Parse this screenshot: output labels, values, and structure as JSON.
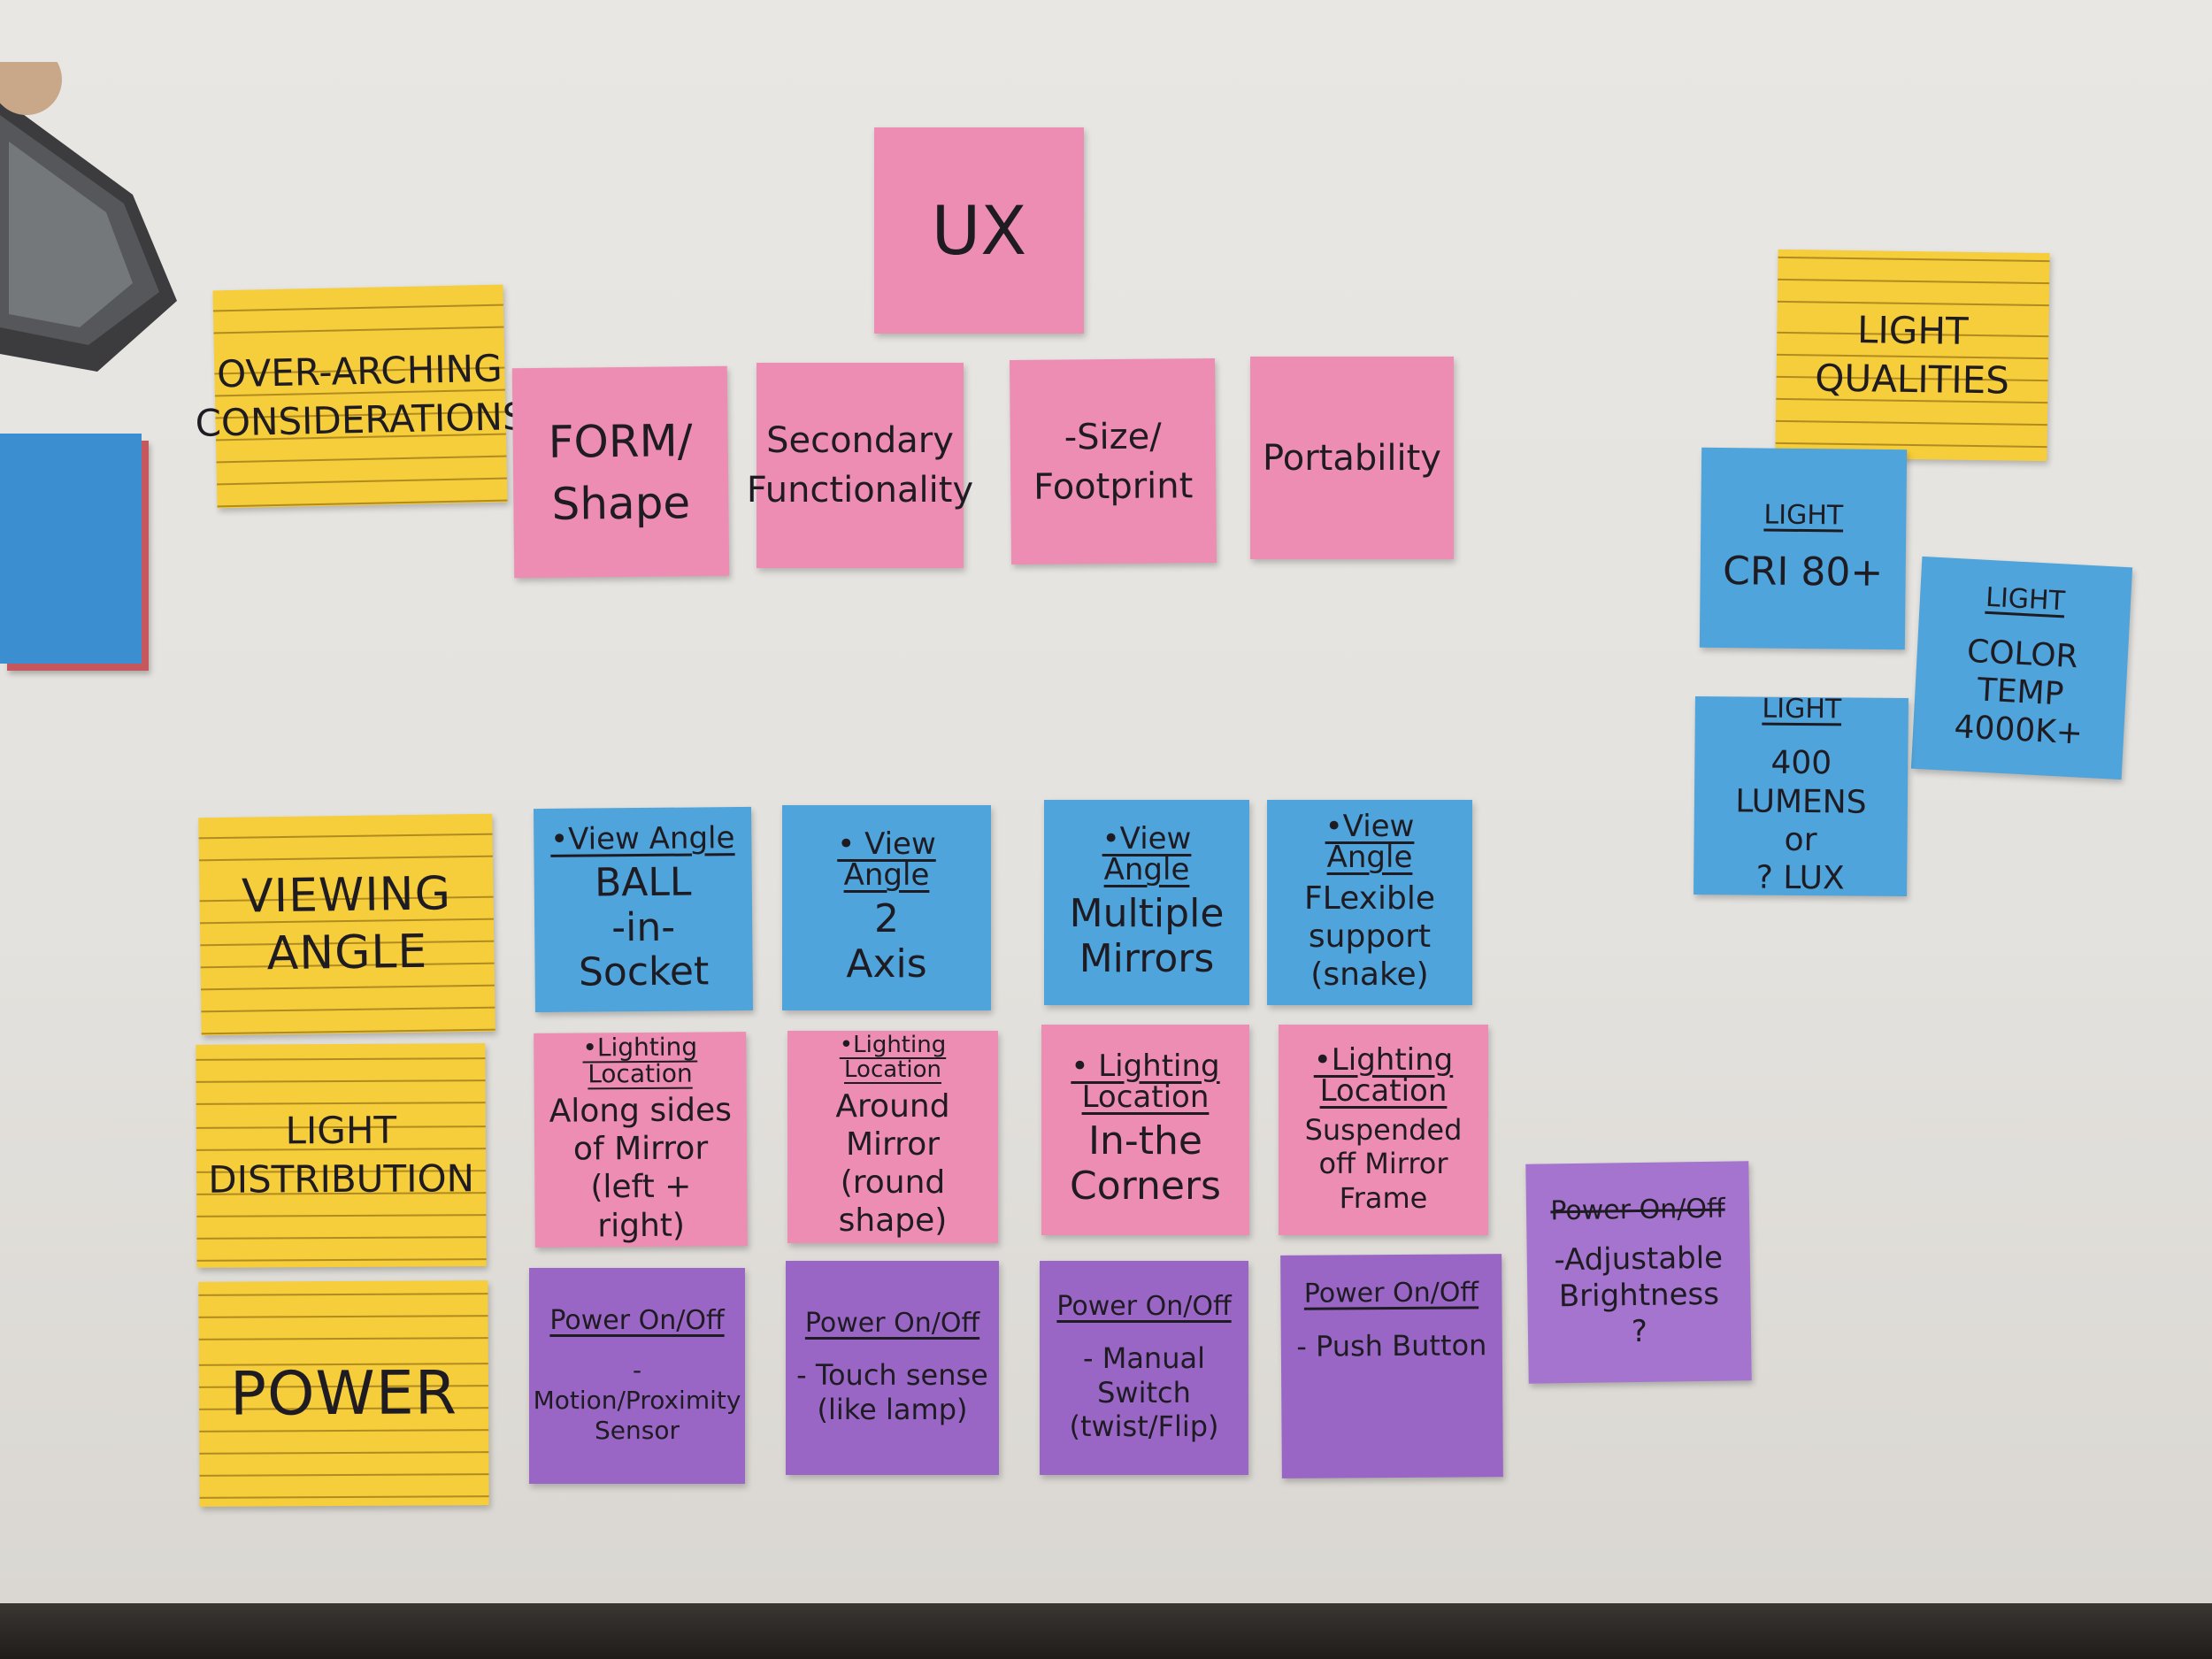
{
  "board": {
    "top": {
      "ux": "UX",
      "overarching": "OVER-ARCHING\nCONSIDERATIONS",
      "form_shape": "FORM/\nShape",
      "secondary": "Secondary\nFunctionality",
      "size": "-Size/\nFootprint",
      "portability": "Portability"
    },
    "light_qualities": {
      "header": "LIGHT\nQUALITIES",
      "cri": {
        "heading": "LIGHT",
        "body": "CRI 80+"
      },
      "color_temp": {
        "heading": "LIGHT",
        "body": "COLOR TEMP\n4000K+"
      },
      "lumens": {
        "heading": "LIGHT",
        "body": "400 LUMENS\nor\n? LUX"
      }
    },
    "categories": {
      "viewing_angle": "VIEWING\nANGLE",
      "light_distribution": "LIGHT\nDISTRIBUTION",
      "power": "POWER"
    },
    "viewing_angle": [
      {
        "heading": "•View Angle",
        "body": "BALL\n-in-\nSocket"
      },
      {
        "heading": "• View Angle",
        "body": "2\nAxis"
      },
      {
        "heading": "•View Angle",
        "body": "Multiple\nMirrors"
      },
      {
        "heading": "•View Angle",
        "body": "FLexible\nsupport\n(snake)"
      }
    ],
    "light_distribution": [
      {
        "heading": "•Lighting\nLocation",
        "body": "Along sides\nof Mirror\n(left + right)"
      },
      {
        "heading": "•Lighting Location",
        "body": "Around\nMirror\n(round shape)"
      },
      {
        "heading": "• Lighting\nLocation",
        "body": "In-the\nCorners"
      },
      {
        "heading": "•Lighting\nLocation",
        "body": "Suspended\noff Mirror\nFrame"
      }
    ],
    "power": [
      {
        "heading": "Power On/Off",
        "body": "-Motion/Proximity\nSensor"
      },
      {
        "heading": "Power On/Off",
        "body": "- Touch sense\n(like lamp)"
      },
      {
        "heading": "Power On/Off",
        "body": "- Manual\nSwitch\n(twist/Flip)"
      },
      {
        "heading": "Power On/Off",
        "body": "- Push Button"
      }
    ],
    "extra": {
      "struck": "Power On/Off",
      "body": "-Adjustable\nBrightness\n?"
    }
  }
}
